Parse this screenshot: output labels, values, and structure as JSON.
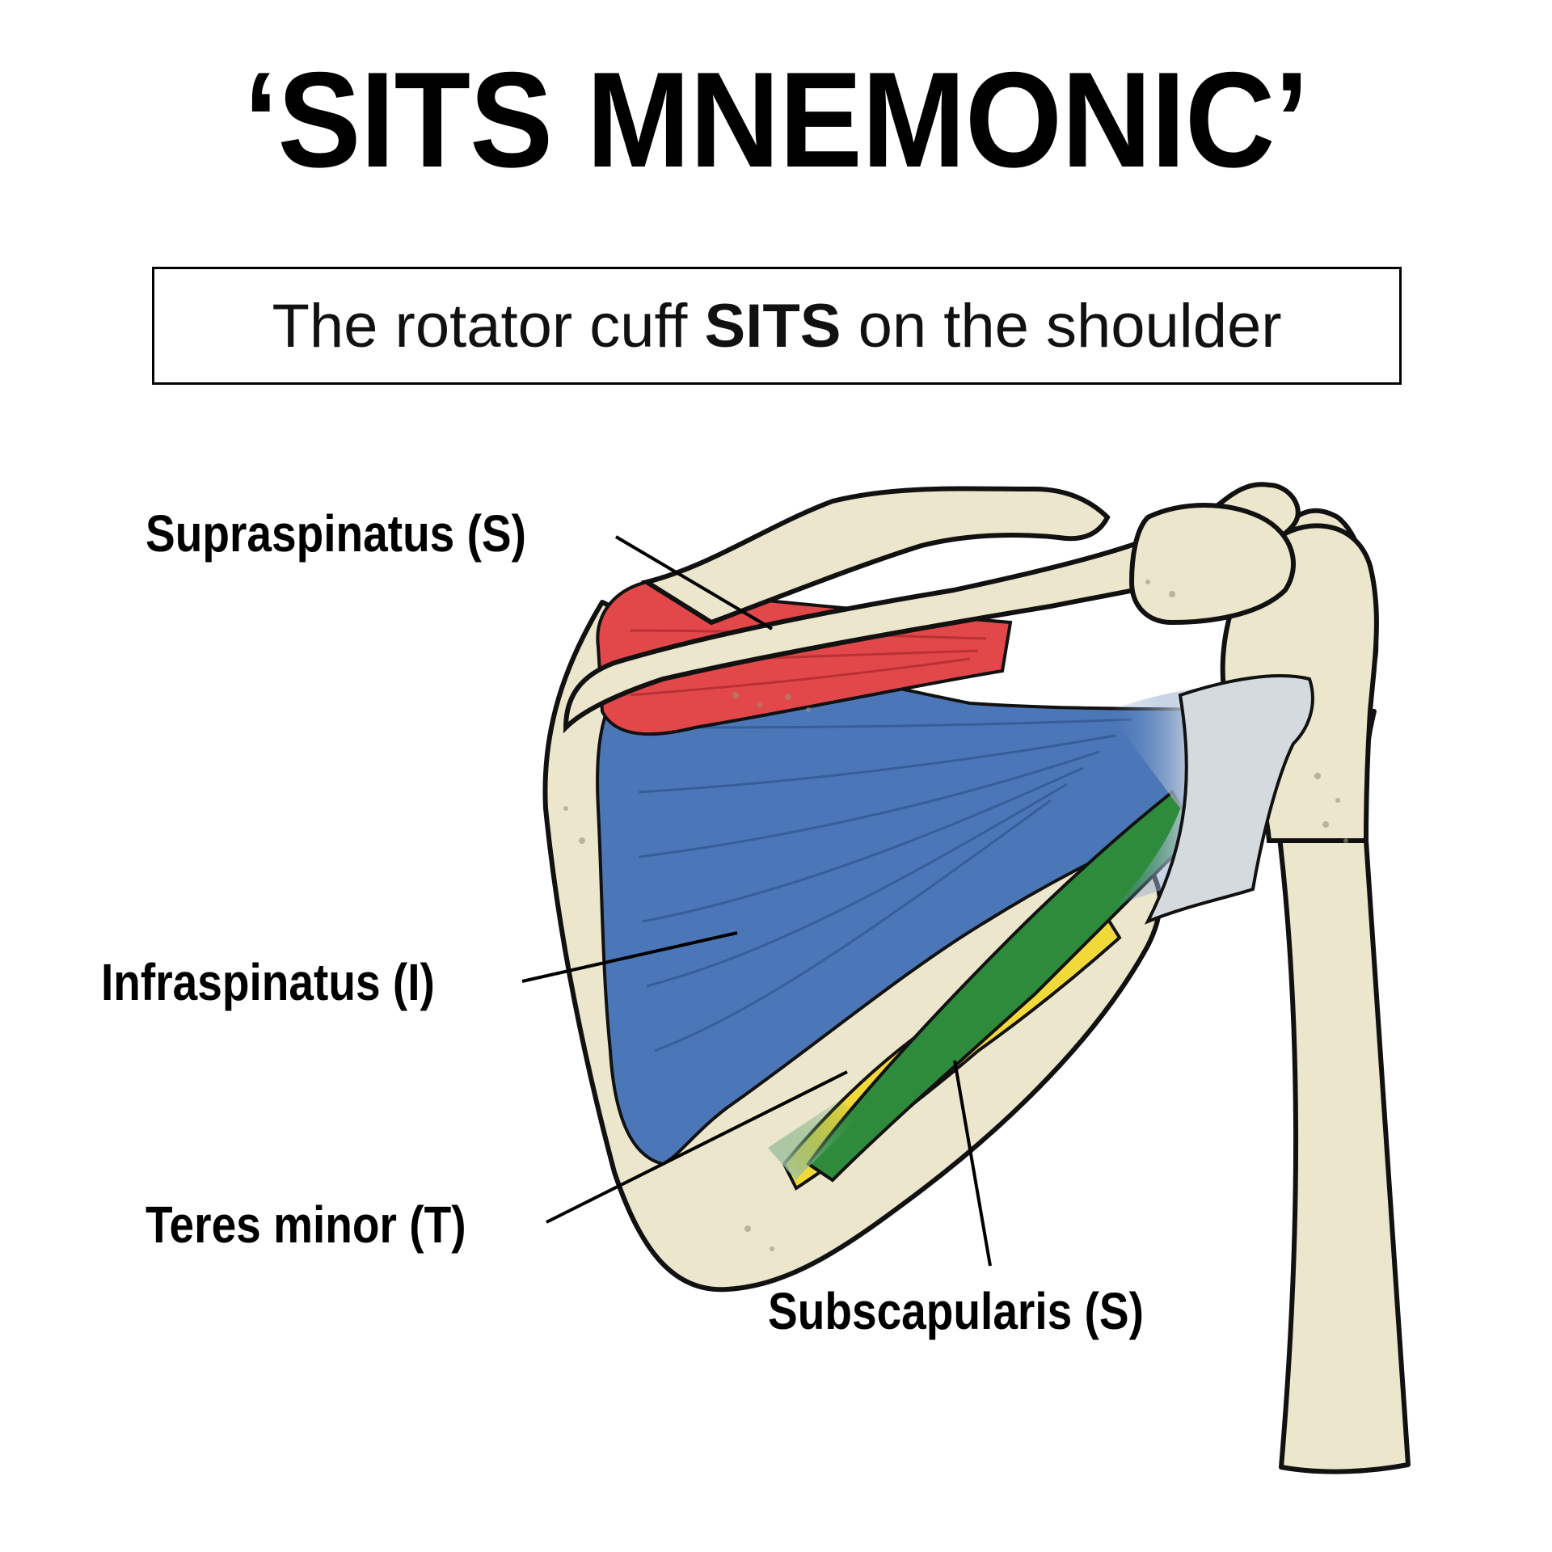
{
  "title": "‘SITS MNEMONIC’",
  "subtitle": {
    "before": "The rotator cuff ",
    "emphasis": "SITS",
    "after": " on the shoulder"
  },
  "labels": {
    "supraspinatus": "Supraspinatus (S)",
    "infraspinatus": "Infraspinatus (I)",
    "teres_minor": "Teres minor (T)",
    "subscapularis": "Subscapularis (S)"
  },
  "colors": {
    "supraspinatus": "#e2474a",
    "infraspinatus": "#4b77b8",
    "teres_minor": "#2e8b3c",
    "subscapularis": "#f2d93a",
    "bone": "#ece6cc",
    "tendon": "#d5dadf",
    "outline": "#111111"
  }
}
